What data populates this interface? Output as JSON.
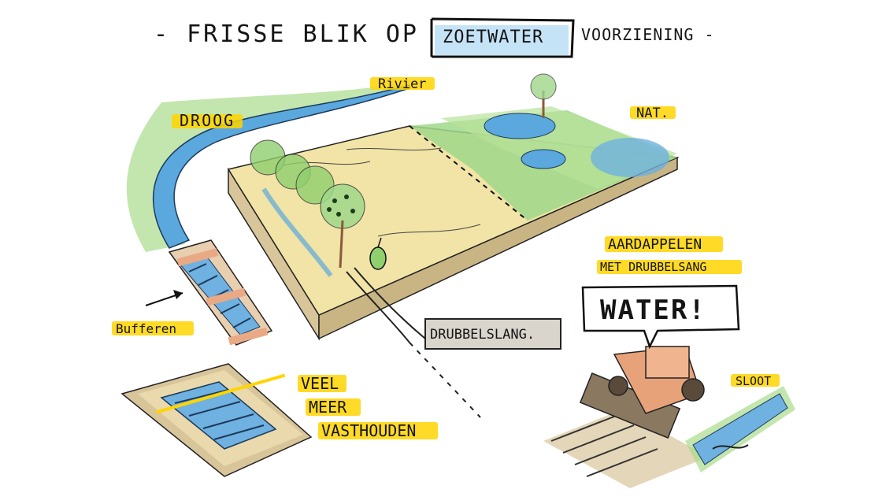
{
  "title": {
    "before": "- FRISSE BLIK OP",
    "boxed": "ZOETWATER",
    "after": "VOORZIENING -"
  },
  "labels": {
    "rivier": "Rivier",
    "droog": "DROOG",
    "nat": "NAT.",
    "bufferen": "Bufferen",
    "drubbelslang": "DRUBBELSLANG.",
    "aardappelen": "AARDAPPELEN",
    "met_drubbelsang": "MET DRUBBELSANG",
    "water": "WATER!",
    "sloot": "SLOOT",
    "veel": "VEEL",
    "meer": "MEER",
    "vasthouden": "VASTHOUDEN"
  },
  "colors": {
    "water": "#6fb1e0",
    "grass": "#8fd07a",
    "field": "#f1e4a6",
    "soil": "#d8c59a",
    "tractor": "#e8a27a",
    "highlight": "#ffd400",
    "title_box": "#bfe0f5"
  }
}
